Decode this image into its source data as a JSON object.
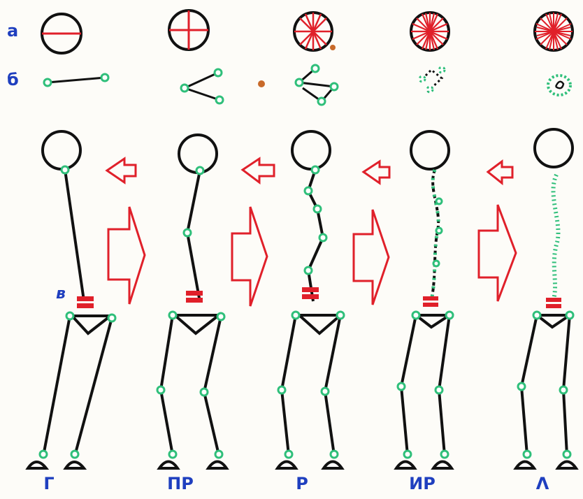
{
  "row_labels": {
    "a": "а",
    "b": "б",
    "v": "в"
  },
  "columns": [
    {
      "label": "Г"
    },
    {
      "label": "ПР"
    },
    {
      "label": "Р"
    },
    {
      "label": "ИР"
    },
    {
      "label": "Λ"
    }
  ],
  "colors": {
    "ink": "#111111",
    "accent": "#e0202a",
    "joint": "#2fbf7a",
    "label": "#1f3fbf"
  }
}
